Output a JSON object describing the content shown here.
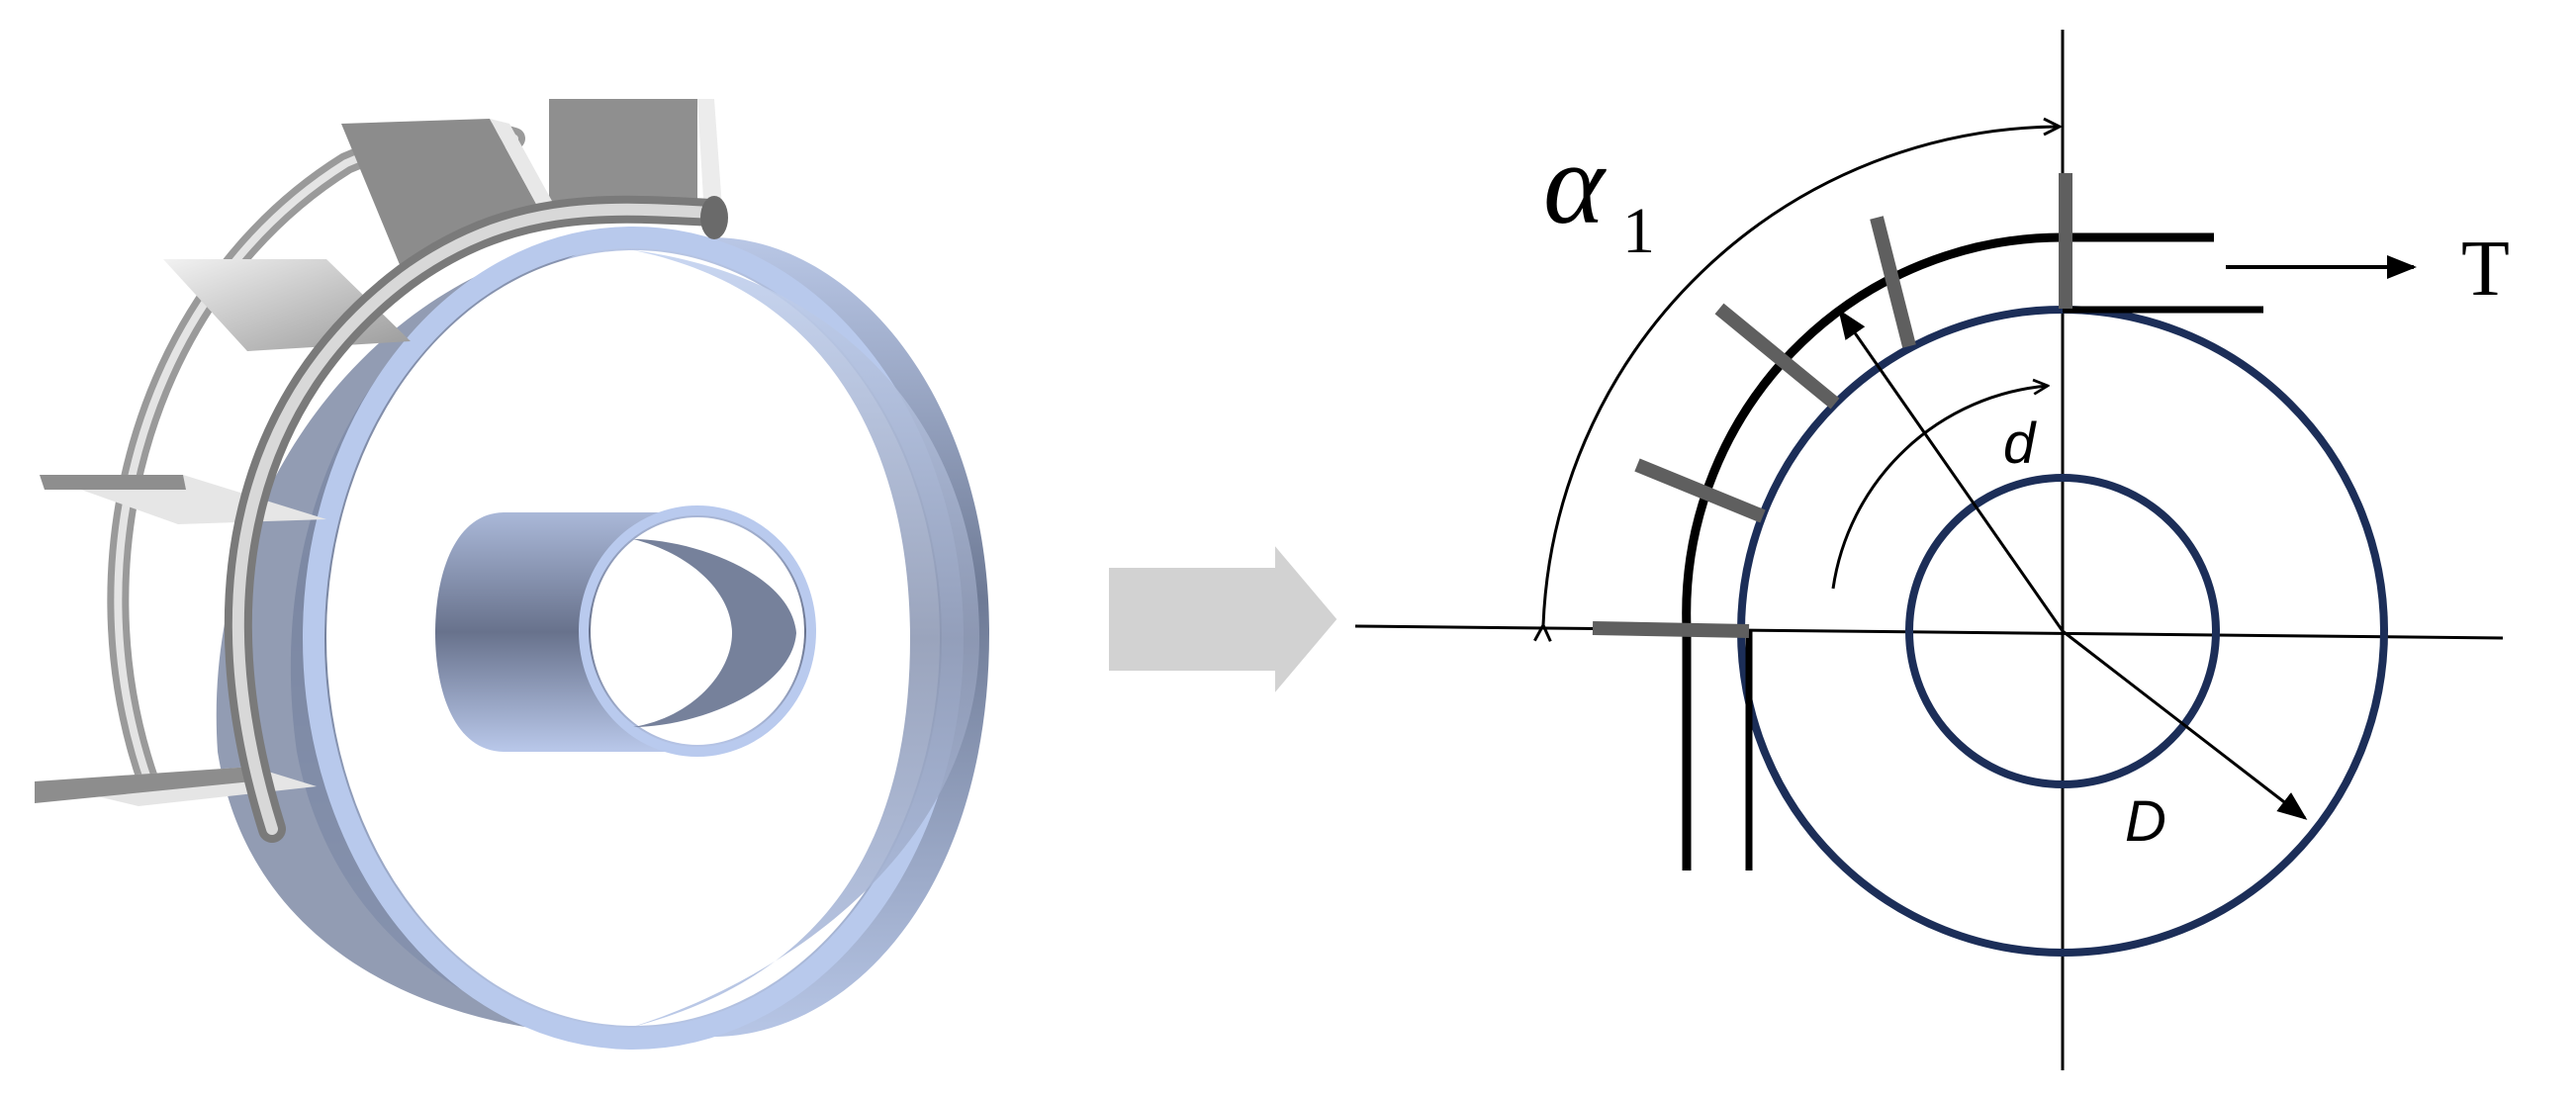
{
  "labels": {
    "alpha_symbol": "α",
    "alpha_subscript": "1",
    "tension": "T",
    "inner_diameter": "d",
    "outer_diameter": "D"
  },
  "colors": {
    "ring_blue": "#1c2e58",
    "shield_gray": "#5f5f5f",
    "arc_black": "#000000",
    "arrow_gray": "#d2d2d2",
    "drum_light": "#b7c8ea",
    "drum_dark": "#6d7895"
  }
}
